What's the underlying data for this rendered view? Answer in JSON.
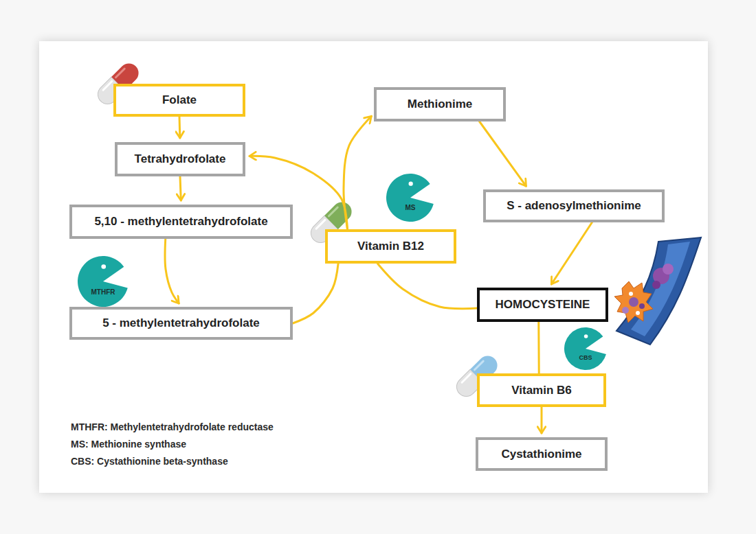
{
  "diagram": {
    "nodes": [
      {
        "text": [
          "Folate"
        ]
      },
      {
        "text": [
          "Tetrahydrofolate"
        ]
      },
      {
        "text": [
          "5,10 - methylentetrahydrofolate"
        ]
      },
      {
        "text": [
          "5 - methylentetrahydrofolate"
        ]
      },
      {
        "text": [
          "Vitamin B12"
        ]
      },
      {
        "text": [
          "Methionime"
        ]
      },
      {
        "text": [
          "S - adenosylmethionime"
        ]
      },
      {
        "text": [
          "HOMOCYSTEINE"
        ]
      },
      {
        "text": [
          "Vitamin B6"
        ]
      },
      {
        "text": [
          "Cystathionime"
        ]
      },
      {
        "text": [
          "MTHFR"
        ]
      },
      {
        "text": [
          "MS"
        ]
      },
      {
        "text": [
          "CBS"
        ]
      }
    ],
    "edges": [
      {
        "from": 0,
        "to": 1,
        "arrow": "to"
      },
      {
        "from": 1,
        "to": 2,
        "arrow": "to"
      },
      {
        "from": 2,
        "to": 3,
        "arrow": "to"
      },
      {
        "from": 3,
        "to": 4,
        "arrow": "none"
      },
      {
        "from": 4,
        "to": 1,
        "arrow": "to"
      },
      {
        "from": 4,
        "to": 5,
        "arrow": "to"
      },
      {
        "from": 5,
        "to": 6,
        "arrow": "to"
      },
      {
        "from": 6,
        "to": 7,
        "arrow": "to"
      },
      {
        "from": 7,
        "to": 4,
        "arrow": "none"
      },
      {
        "from": 7,
        "to": 8,
        "arrow": "none"
      },
      {
        "from": 8,
        "to": 9,
        "arrow": "to"
      }
    ],
    "labels": [
      "MTHFR: Methylentetrahydrofolate reductase",
      "MS: Methionine synthase",
      "CBS: Cystathionine beta-synthase"
    ]
  }
}
